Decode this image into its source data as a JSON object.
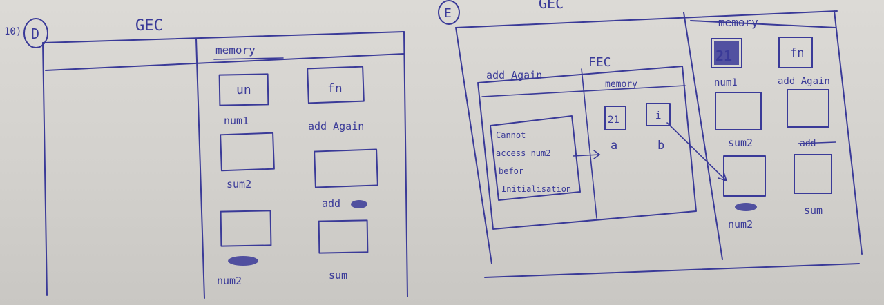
{
  "left": {
    "step_prefix": "10)",
    "step_label": "D",
    "gec_label": "GEC",
    "memory_label": "memory",
    "cells": [
      {
        "value": "un",
        "name": "num1"
      },
      {
        "value": "fn",
        "name": "add Again"
      },
      {
        "value": "",
        "name": "sum2"
      },
      {
        "value": "",
        "name": "add"
      },
      {
        "value": "",
        "name": "num2"
      },
      {
        "value": "",
        "name": "sum"
      }
    ]
  },
  "right": {
    "step_label": "E",
    "gec_label": "GEC",
    "memory_label": "memory",
    "fec": {
      "title": "add Again",
      "fec_label": "FEC",
      "memory_label": "memory",
      "error_lines": [
        "Cannot",
        "access num2",
        "befor",
        "Initialisation"
      ],
      "params": [
        {
          "value": "21",
          "name": "a"
        },
        {
          "value": "i",
          "name": "b"
        }
      ]
    },
    "cells": [
      {
        "value": "21",
        "name": "num1"
      },
      {
        "value": "fn",
        "name": "add Again"
      },
      {
        "value": "",
        "name": "sum2"
      },
      {
        "value": "",
        "name": "add"
      },
      {
        "value": "",
        "name": "num2"
      },
      {
        "value": "",
        "name": "sum"
      }
    ]
  }
}
